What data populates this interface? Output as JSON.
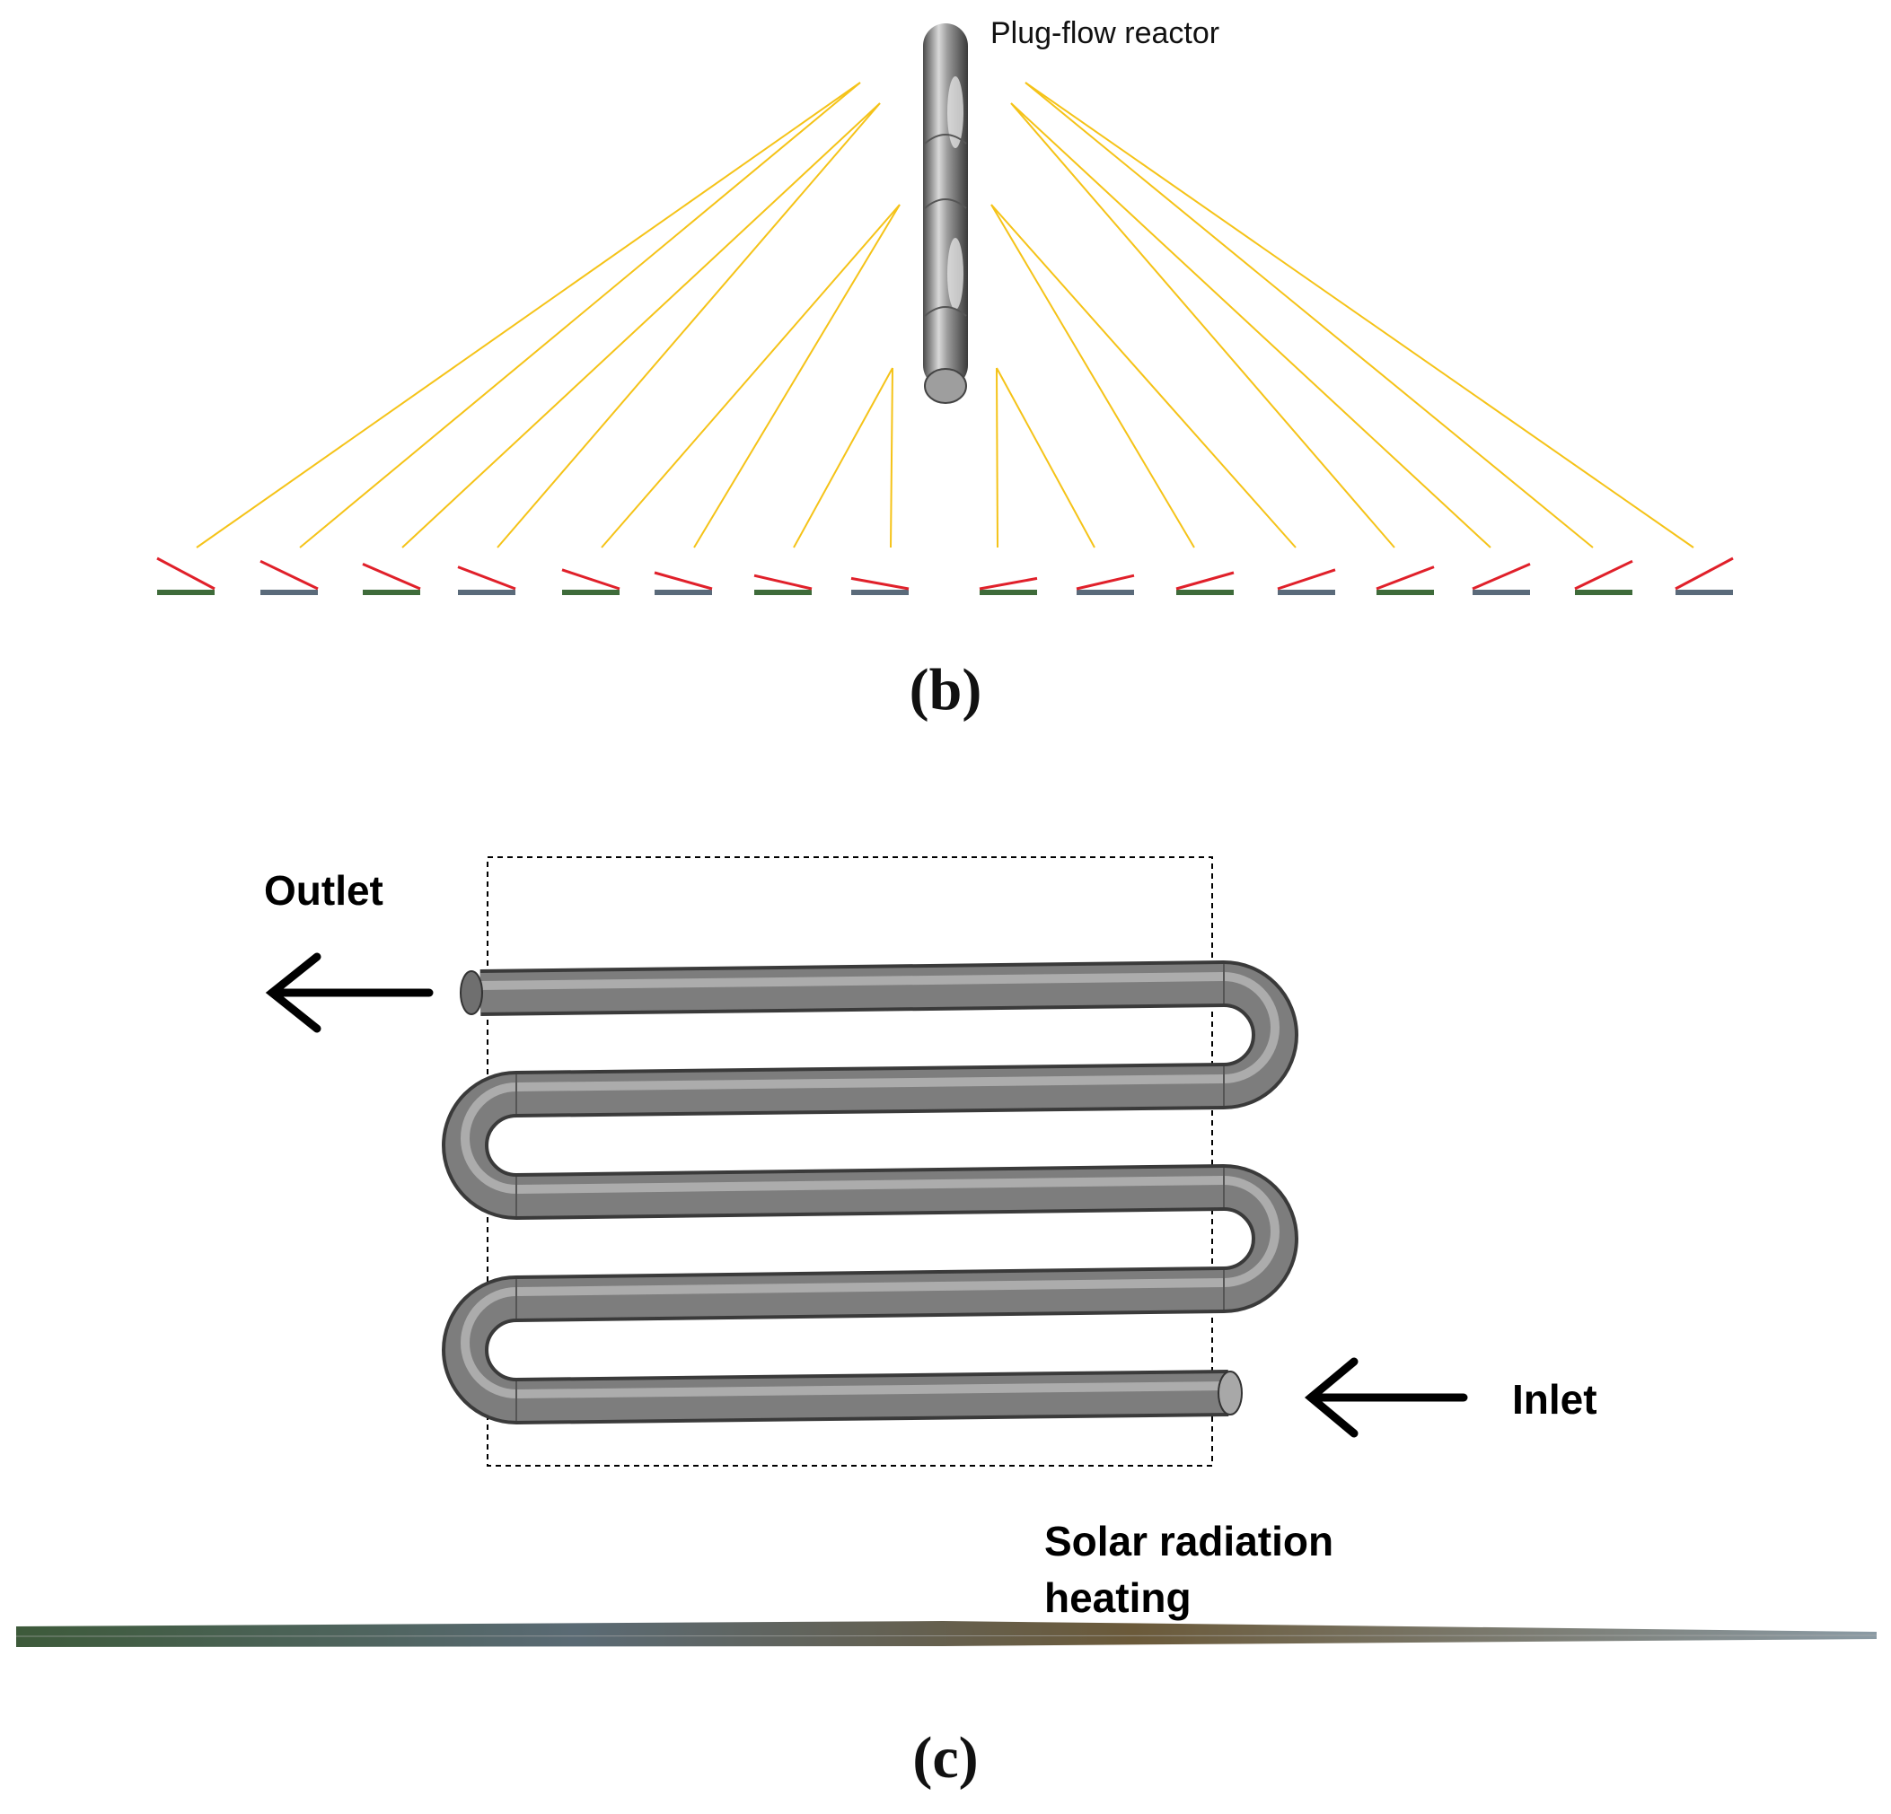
{
  "panel_b": {
    "caption": "(b)",
    "reactor_label": "Plug-flow reactor",
    "colors": {
      "ray": "#f5c318",
      "mirror": "#e0202a",
      "mirror_base_green": "#3e6b3a",
      "mirror_base_blue": "#5a6a7a",
      "tube": "#8a8a8a"
    },
    "heliostat_count": 16
  },
  "panel_c": {
    "caption": "(c)",
    "outlet_label": "Outlet",
    "inlet_label": "Inlet",
    "solar_label_line1": "Solar radiation",
    "solar_label_line2": "heating",
    "colors": {
      "tube": "#808080",
      "arrow": "#000000",
      "frame": "#000000"
    }
  }
}
